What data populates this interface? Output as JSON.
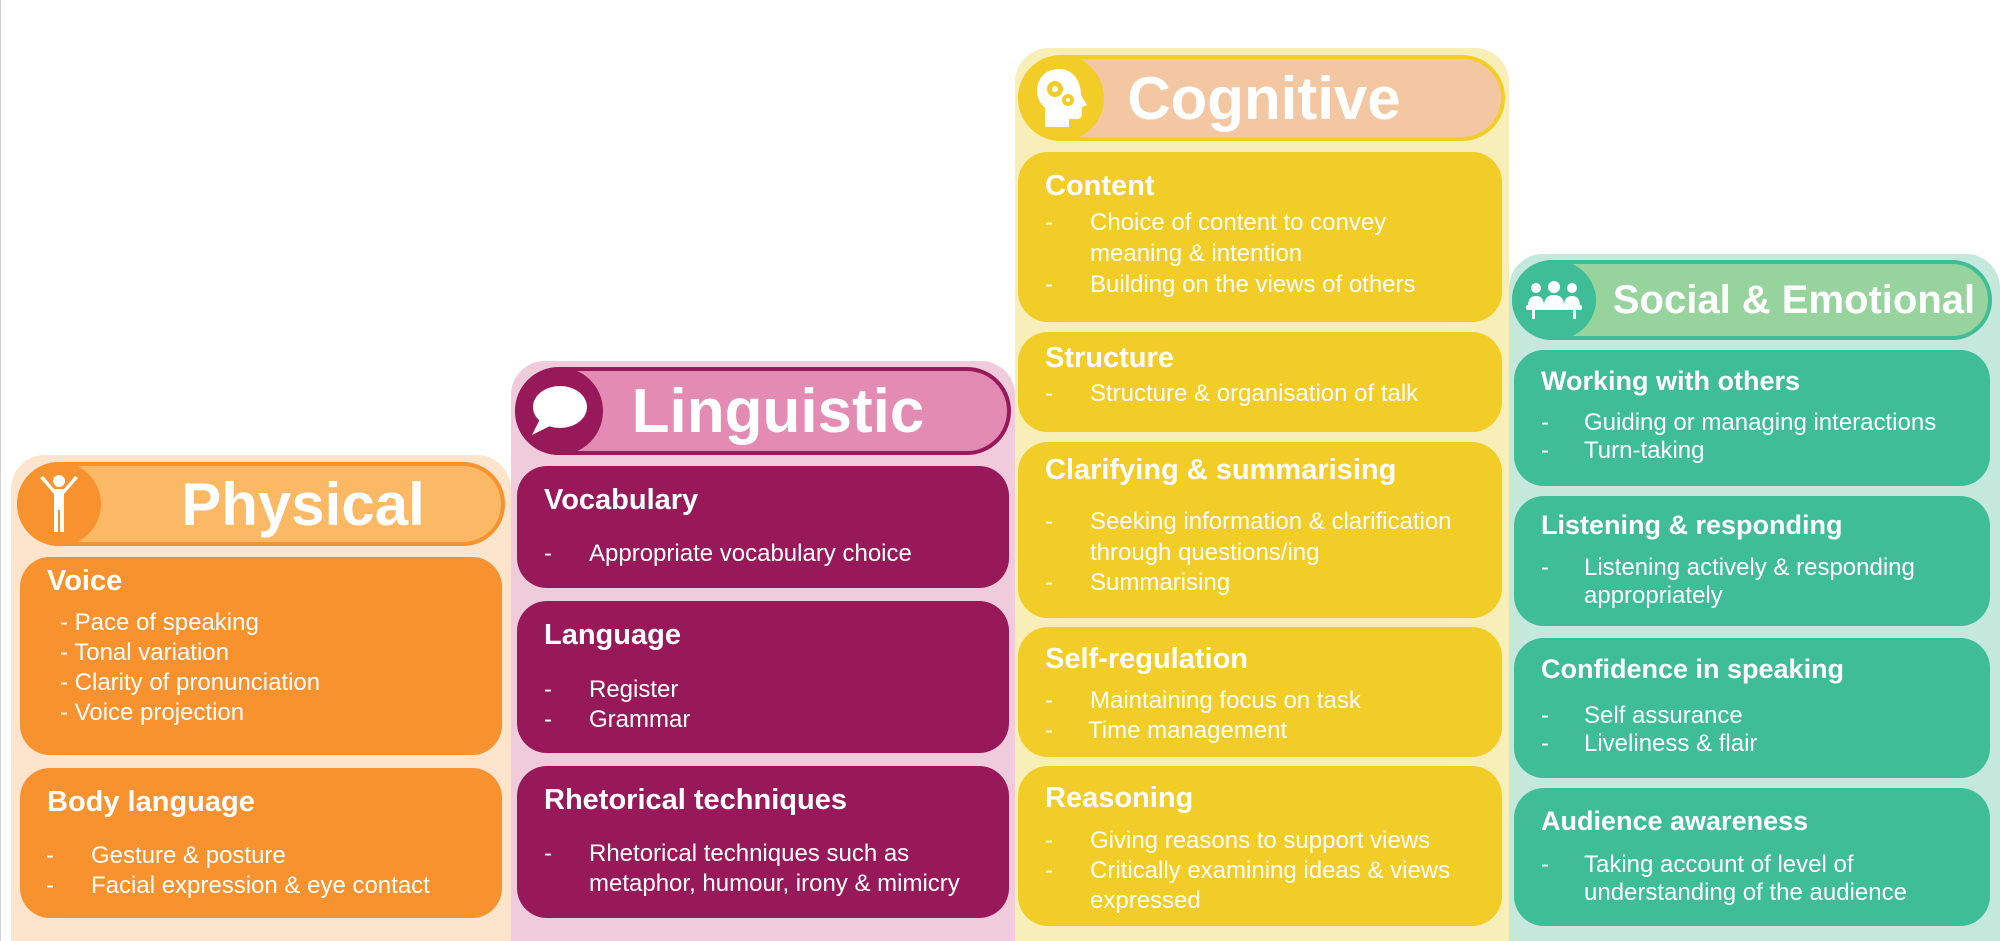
{
  "colors": {
    "physical": "#f7922f",
    "physical_header": "#fbb965",
    "physical_bg": "#fde4cc",
    "linguistic": "#97195a",
    "linguistic_header": "#e38bb2",
    "linguistic_bg": "#efcbdc",
    "cognitive": "#f2cd27",
    "cognitive_header": "#f3c7a1",
    "cognitive_bg": "#f8efb8",
    "social": "#3ebd96",
    "social_header": "#96d39d",
    "social_bg": "#c4e8dc"
  },
  "physical": {
    "title": "Physical",
    "icon": "person-arms-raised-icon",
    "voice": {
      "title": "Voice",
      "items": [
        "- Pace of speaking",
        "- Tonal variation",
        "- Clarity of pronunciation",
        "- Voice projection"
      ]
    },
    "body_language": {
      "title": "Body language",
      "dash": "-",
      "items": [
        "Gesture & posture",
        "Facial expression & eye contact"
      ]
    }
  },
  "linguistic": {
    "title": "Linguistic",
    "icon": "speech-bubble-icon",
    "vocabulary": {
      "title": "Vocabulary",
      "dash": "-",
      "items": [
        "Appropriate vocabulary choice"
      ]
    },
    "language": {
      "title": "Language",
      "dash": "-",
      "items": [
        "Register",
        "Grammar"
      ]
    },
    "rhetorical": {
      "title": "Rhetorical techniques",
      "dash": "-",
      "item_line1": "Rhetorical techniques such as",
      "item_line2": "metaphor, humour, irony & mimicry"
    }
  },
  "cognitive": {
    "title": "Cognitive",
    "icon": "head-with-gears-icon",
    "content": {
      "title": "Content",
      "dash": "-",
      "item1_line1": "Choice of content to convey",
      "item1_line2": "meaning & intention",
      "item2": "Building on the views of others"
    },
    "structure": {
      "title": "Structure",
      "dash": "-",
      "item1": "Structure & organisation of talk"
    },
    "clarifying": {
      "title": "Clarifying & summarising",
      "dash": "-",
      "item1_line1": "Seeking information & clarification",
      "item1_line2": "through questions/ing",
      "item2": "Summarising"
    },
    "self_regulation": {
      "title": "Self-regulation",
      "dash": "-",
      "item1": "Maintaining focus on task",
      "item2": "Time management"
    },
    "reasoning": {
      "title": "Reasoning",
      "dash": "-",
      "item1": "Giving reasons to support views",
      "item2_line1": "Critically examining ideas & views",
      "item2_line2": "expressed"
    }
  },
  "social": {
    "title": "Social & Emotional",
    "icon": "group-of-people-icon",
    "working": {
      "title": "Working with others",
      "dash": "-",
      "item1": "Guiding or managing interactions",
      "item2": "Turn-taking"
    },
    "listening": {
      "title": "Listening & responding",
      "dash": "-",
      "item1_line1": "Listening actively & responding",
      "item1_line2": "appropriately"
    },
    "confidence": {
      "title": "Confidence in speaking",
      "dash": "-",
      "item1": "Self assurance",
      "item2": "Liveliness & flair"
    },
    "audience": {
      "title": "Audience awareness",
      "dash": "-",
      "item1_line1": "Taking account of level of",
      "item1_line2": "understanding of the audience"
    }
  }
}
